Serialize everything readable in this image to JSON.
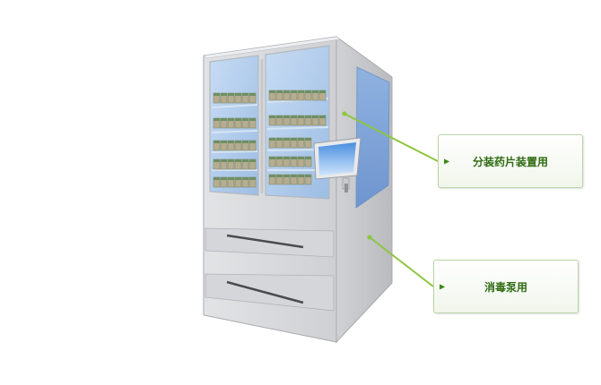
{
  "callouts": [
    {
      "label": "分装药片装置用",
      "arrow_icon": "triangle-right-icon"
    },
    {
      "label": "消毒泵用",
      "arrow_icon": "triangle-right-icon"
    }
  ],
  "colors": {
    "accent_green": "#8dc63f",
    "text_green": "#2f6b12",
    "cabinet_gray": "#d8d9db",
    "glass_blue": "#a9c8ea"
  },
  "illustration": "cabinet-dispensing-machine"
}
